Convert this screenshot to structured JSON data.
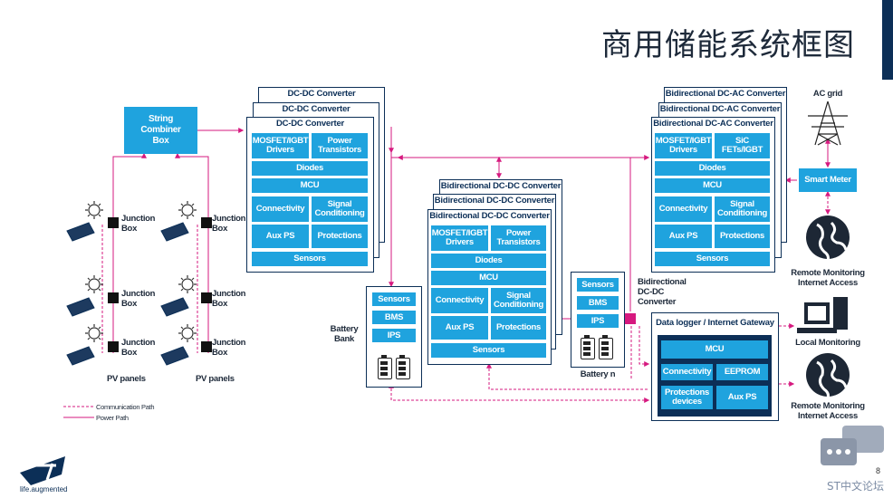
{
  "title": "商用储能系统框图",
  "page_number": "8",
  "watermark": "ST中文论坛",
  "logo_tagline": "life.augmented",
  "string_combiner": "String Combiner Box",
  "junction_box": "Junction Box",
  "pv_panels": "PV panels",
  "legend": {
    "comm": "Communication Path",
    "power": "Power Path"
  },
  "dcdc": {
    "header": "DC-DC Converter",
    "mosfet": "MOSFET/IGBT Drivers",
    "power_transistors": "Power Transistors",
    "diodes": "Diodes",
    "mcu": "MCU",
    "connectivity": "Connectivity",
    "signal": "Signal Conditioning",
    "auxps": "Aux PS",
    "protections": "Protections",
    "sensors": "Sensors"
  },
  "bidc": {
    "header": "Bidirectional DC-DC Converter",
    "mosfet": "MOSFET/IGBT Drivers",
    "power_transistors": "Power Transistors",
    "diodes": "Diodes",
    "mcu": "MCU",
    "connectivity": "Connectivity",
    "signal": "Signal Conditioning",
    "auxps": "Aux PS",
    "protections": "Protections",
    "sensors": "Sensors"
  },
  "biac": {
    "header": "Bidirectional DC-AC Converter",
    "mosfet": "MOSFET/IGBT Drivers",
    "sic": "SiC FETs/IGBT",
    "diodes": "Diodes",
    "mcu": "MCU",
    "connectivity": "Connectivity",
    "signal": "Signal Conditioning",
    "auxps": "Aux PS",
    "protections": "Protections",
    "sensors": "Sensors"
  },
  "battery_bank": {
    "label": "Battery Bank",
    "sensors": "Sensors",
    "bms": "BMS",
    "ips": "IPS"
  },
  "battery_n": {
    "label": "Battery n",
    "sensors": "Sensors",
    "bms": "BMS",
    "ips": "IPS"
  },
  "bidir_dcdc_label": "Bidirectional DC-DC Converter",
  "gateway": {
    "header": "Data logger / Internet Gateway",
    "mcu": "MCU",
    "connectivity": "Connectivity",
    "eeprom": "EEPROM",
    "protections": "Protections devices",
    "auxps": "Aux PS"
  },
  "ac_grid": "AC grid",
  "smart_meter": "Smart Meter",
  "remote_monitoring": "Remote Monitoring Internet Access",
  "local_monitoring": "Local Monitoring",
  "colors": {
    "block": "#1fa3de",
    "navy": "#0c2f57",
    "power": "#d6197f"
  }
}
